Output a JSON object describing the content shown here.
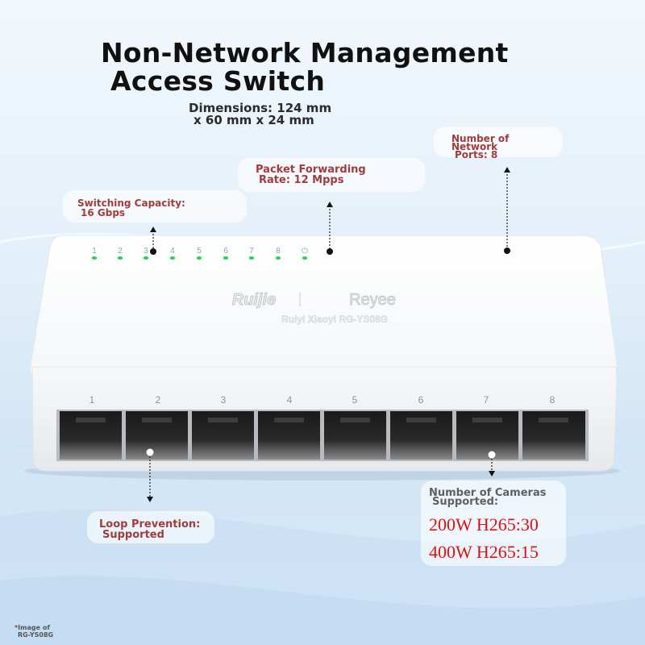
{
  "title": {
    "line1": "Non-Network Management",
    "line2": "Access Switch"
  },
  "dimensions": {
    "line1": "Dimensions: 124 mm",
    "line2": "x 60 mm x 24 mm"
  },
  "callouts": {
    "switching_capacity": {
      "line1": "Switching Capacity:",
      "line2": "16 Gbps"
    },
    "packet_forwarding": {
      "line1": "Packet Forwarding",
      "line2": "Rate: 12 Mpps"
    },
    "network_ports": {
      "line1": "Number of Network",
      "line2": "Ports: 8"
    },
    "loop_prevention": {
      "line1": "Loop Prevention:",
      "line2": "Supported"
    },
    "cameras": {
      "line1": "Number of Cameras",
      "line2": "Supported:",
      "row1": "200W H265:30",
      "row2": "400W H265:15"
    }
  },
  "device": {
    "brand_left": "Ruijie",
    "brand_right": "Reyee",
    "model": "Ruiyi Xiaoyi RG-YS08G",
    "led_labels": [
      "1",
      "2",
      "3",
      "4",
      "5",
      "6",
      "7",
      "8"
    ],
    "power_symbol": "⏻",
    "port_labels": [
      "1",
      "2",
      "3",
      "4",
      "5",
      "6",
      "7",
      "8"
    ],
    "led_color": "#27d15a",
    "body_color": "#ffffff"
  },
  "footnote": {
    "line1": "*Image of",
    "line2": "RG-YS08G"
  }
}
